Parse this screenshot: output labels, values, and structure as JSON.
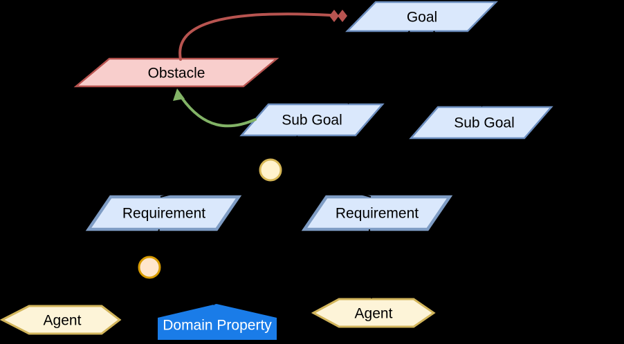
{
  "diagram": {
    "title": "KAOS goal model diagram",
    "colors": {
      "background": "#000000",
      "goal_fill": "#dae8fc",
      "goal_stroke": "#6c8ebf",
      "requirement_fill": "#dae8fc",
      "requirement_stroke": "#7e9cc4",
      "obstacle_fill": "#f8cecc",
      "obstacle_stroke": "#b85450",
      "agent_fill": "#fdf4d8",
      "agent_stroke": "#d2b55b",
      "domain_property_fill": "#1a7ce8",
      "junction_and_fill": "#fff2cc",
      "junction_and_stroke": "#d6b656",
      "junction_or_fill": "#ffe6cc",
      "junction_or_stroke": "#d79b00",
      "obstruction_edge": "#b85450",
      "resolution_edge": "#82b366",
      "connector_edge": "#000000"
    },
    "nodes": {
      "goal": {
        "label": "Goal"
      },
      "obstacle": {
        "label": "Obstacle"
      },
      "subgoal_left": {
        "label": "Sub Goal"
      },
      "subgoal_right": {
        "label": "Sub Goal"
      },
      "requirement_left": {
        "label": "Requirement"
      },
      "requirement_right": {
        "label": "Requirement"
      },
      "agent_left": {
        "label": "Agent"
      },
      "agent_right": {
        "label": "Agent"
      },
      "domain_property": {
        "label": "Domain Property"
      }
    },
    "edges": {
      "obstruction": {
        "from": "Obstacle",
        "to": "Goal",
        "head": "double-diamond",
        "color": "#b85450"
      },
      "resolution": {
        "from": "Sub Goal",
        "to": "Obstacle",
        "head": "arrow",
        "color": "#82b366"
      }
    }
  }
}
